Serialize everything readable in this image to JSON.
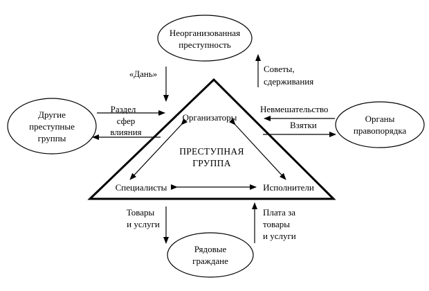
{
  "nodes": {
    "unorganized": [
      "Неорганизованная",
      "преступность"
    ],
    "other_groups": [
      "Другие",
      "преступные",
      "группы"
    ],
    "law_enforcement": [
      "Органы",
      "правопорядка"
    ],
    "citizens": [
      "Рядовые",
      "граждане"
    ]
  },
  "group": {
    "title": [
      "ПРЕСТУПНАЯ",
      "ГРУППА"
    ],
    "organizers": "Организаторы",
    "specialists": "Специалисты",
    "executors": "Исполнители"
  },
  "flows": {
    "tribute": "«Дань»",
    "advice": [
      "Советы,",
      "сдерживания"
    ],
    "spheres": [
      "Раздел",
      "сфер",
      "влияния"
    ],
    "noninterference": "Невмешательство",
    "bribes": "Взятки",
    "goods": [
      "Товары",
      "и услуги"
    ],
    "payment": [
      "Плата за",
      "товары",
      "и услуги"
    ]
  }
}
